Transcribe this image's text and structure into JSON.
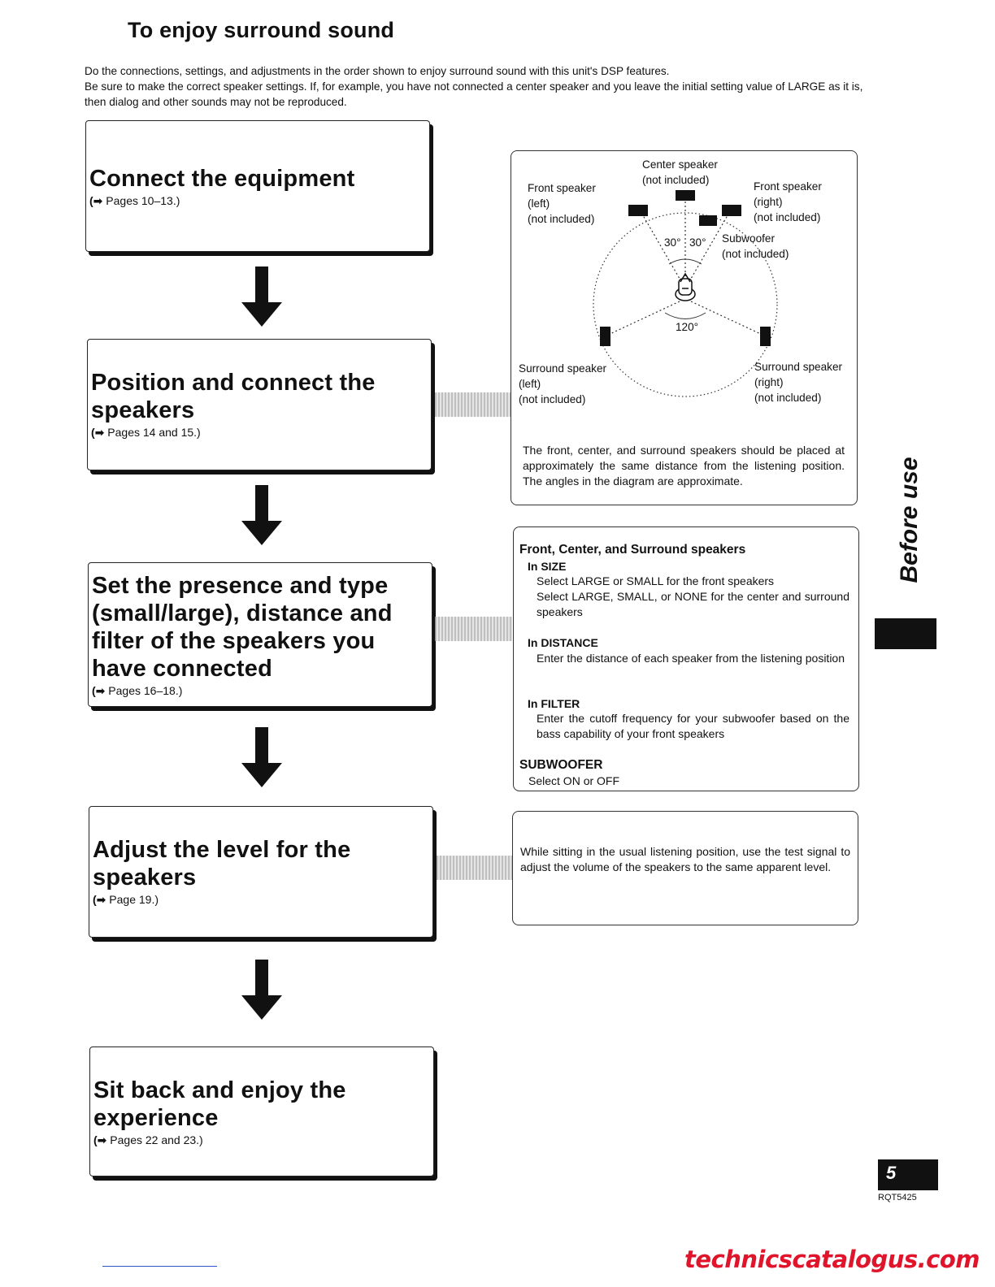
{
  "page": {
    "title": "To enjoy surround sound",
    "intro_line1": "Do the connections, settings, and adjustments in the order shown to enjoy surround sound with this unit's DSP features.",
    "intro_line2": "Be sure to make the correct speaker settings. If, for example, you have not connected a center speaker and you leave the initial setting value of LARGE as it is, then dialog and other sounds may not be reproduced."
  },
  "steps": [
    {
      "heading": "Connect the equipment",
      "ref": "Pages 10–13.)"
    },
    {
      "heading": "Position and connect the speakers",
      "ref": "Pages 14 and 15.)"
    },
    {
      "heading": "Set the presence and type (small/large), distance and filter of the speakers you have connected",
      "ref": "Pages 16–18.)"
    },
    {
      "heading": "Adjust the level for the speakers",
      "ref": "Page 19.)"
    },
    {
      "heading": "Sit back and enjoy the experience",
      "ref": "Pages 22 and 23.)"
    }
  ],
  "ref_prefix": "(➡ ",
  "diagram": {
    "center_speaker": "Center speaker",
    "center_not_included": "(not included)",
    "front_left": "Front speaker",
    "front_left_side": "(left)",
    "front_left_ni": "(not included)",
    "front_right": "Front speaker",
    "front_right_side": "(right)",
    "front_right_ni": "(not included)",
    "subwoofer": "Subwoofer",
    "subwoofer_ni": "(not included)",
    "angle_left": "30°",
    "angle_right": "30°",
    "angle_rear": "120°",
    "surround_left": "Surround speaker",
    "surround_left_side": "(left)",
    "surround_left_ni": "(not included)",
    "surround_right": "Surround speaker",
    "surround_right_side": "(right)",
    "surround_right_ni": "(not included)",
    "note": "The front, center, and surround speakers should be placed at approximately the same distance from the listening position. The angles in the diagram are approximate."
  },
  "settings_panel": {
    "heading": "Front, Center, and Surround speakers",
    "size_heading": "In SIZE",
    "size_line1": "Select LARGE or SMALL for the front speakers",
    "size_line2": "Select LARGE, SMALL, or NONE for the center and surround speakers",
    "distance_heading": "In DISTANCE",
    "distance_text": "Enter the distance of each speaker from the listening position",
    "filter_heading": "In FILTER",
    "filter_text": "Enter the cutoff frequency for your subwoofer based on the bass capability of your front speakers",
    "subwoofer_heading": "SUBWOOFER",
    "subwoofer_text": "Select ON or OFF"
  },
  "level_panel": {
    "text": "While sitting in the usual listening position, use the test signal to adjust the volume of the speakers to the same apparent level."
  },
  "side_tab": "Before use",
  "page_number": "5",
  "model_code": "RQT5425",
  "watermark": "technicscatalogus.com"
}
